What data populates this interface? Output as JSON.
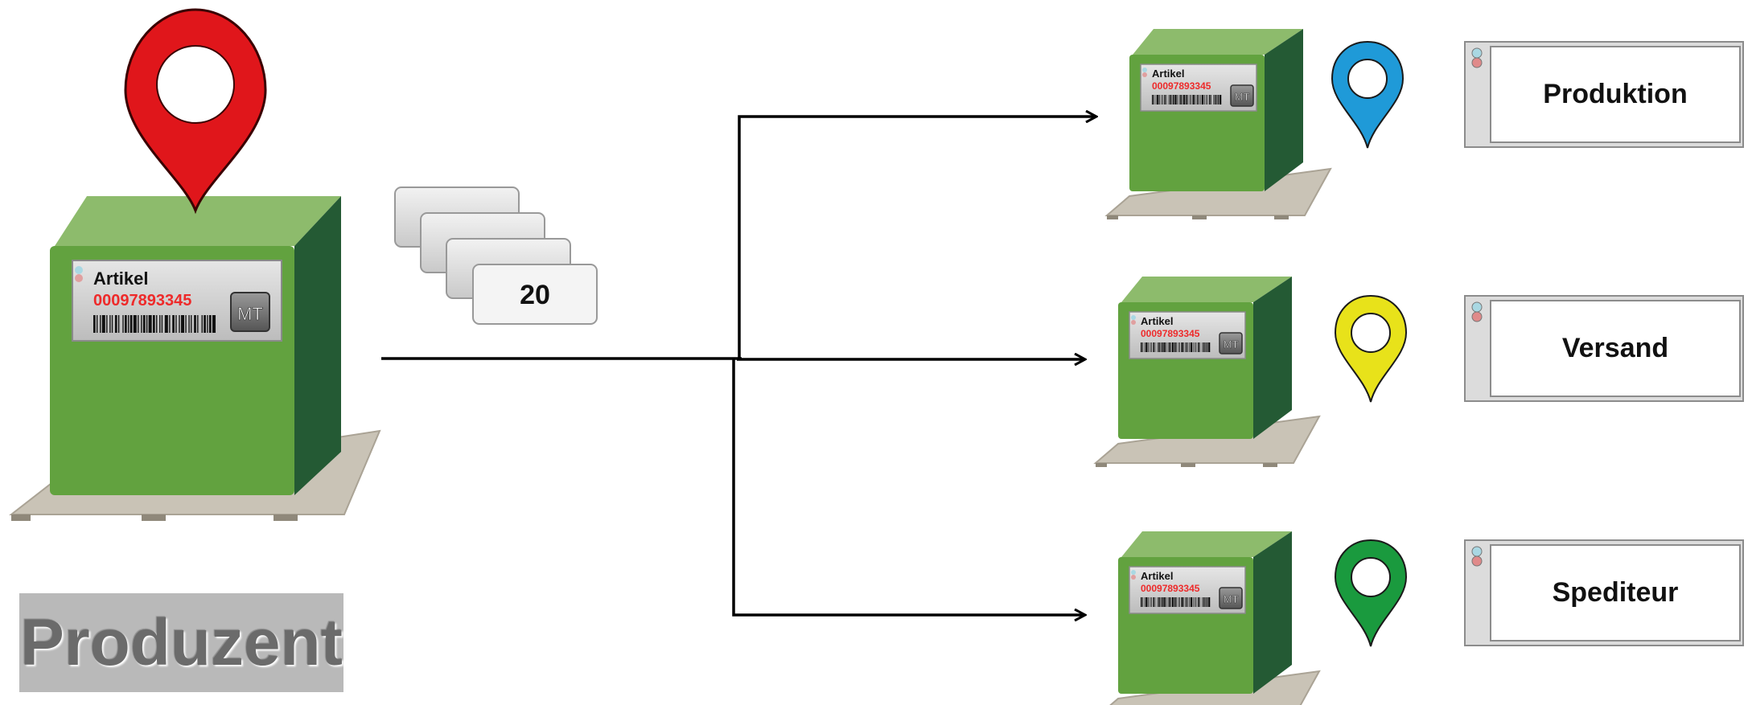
{
  "producer": {
    "label": "Produzent",
    "box_tag_title": "Artikel",
    "box_tag_number": "00097893345",
    "box_tag_badge": "MT",
    "pin_color": "#e0161b"
  },
  "label_stack": {
    "count": "20"
  },
  "destinations": [
    {
      "label": "Produktion",
      "pin_color": "#1f9ad8",
      "box_tag_title": "Artikel",
      "box_tag_number": "00097893345",
      "box_tag_badge": "MT"
    },
    {
      "label": "Versand",
      "pin_color": "#e8e21a",
      "box_tag_title": "Artikel",
      "box_tag_number": "00097893345",
      "box_tag_badge": "MT"
    },
    {
      "label": "Spediteur",
      "pin_color": "#1a9a3e",
      "box_tag_title": "Artikel",
      "box_tag_number": "00097893345",
      "box_tag_badge": "MT"
    }
  ],
  "colors": {
    "box_front": "#62a23f",
    "box_top": "#8dbb6c",
    "box_side": "#245a34",
    "pallet": "#c9c3b6",
    "tag_number": "#ee2a2a"
  }
}
